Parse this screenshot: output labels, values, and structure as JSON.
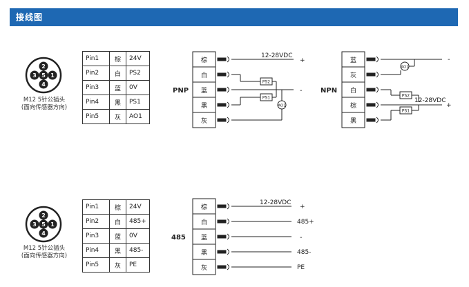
{
  "header": {
    "title": "接线图"
  },
  "connector": {
    "pins": [
      "1",
      "2",
      "3",
      "4",
      "5"
    ],
    "caption_line1": "M12 5针公插头",
    "caption_line2": "(面向传感器方向)"
  },
  "pin_tables": [
    {
      "rows": [
        [
          "Pin1",
          "棕",
          "24V"
        ],
        [
          "Pin2",
          "白",
          "PS2"
        ],
        [
          "Pin3",
          "蓝",
          "0V"
        ],
        [
          "Pin4",
          "黑",
          "PS1"
        ],
        [
          "Pin5",
          "灰",
          "AO1"
        ]
      ]
    },
    {
      "rows": [
        [
          "Pin1",
          "棕",
          "24V"
        ],
        [
          "Pin2",
          "白",
          "485+"
        ],
        [
          "Pin3",
          "蓝",
          "0V"
        ],
        [
          "Pin4",
          "黑",
          "485-"
        ],
        [
          "Pin5",
          "灰",
          "PE"
        ]
      ]
    }
  ],
  "pnp": {
    "label": "PNP",
    "wires": [
      "棕",
      "白",
      "蓝",
      "黑",
      "灰"
    ],
    "supply": "12-28VDC",
    "plus": "+",
    "minus": "-",
    "ps2": "PS2",
    "ps1": "PS1",
    "ao1": "AO1"
  },
  "npn": {
    "label": "NPN",
    "wires": [
      "蓝",
      "灰",
      "白",
      "棕",
      "黑"
    ],
    "supply": "12-28VDC",
    "plus": "+",
    "minus": "-",
    "ps2": "PS2",
    "ps1": "PS1",
    "ao1": "AO1"
  },
  "rs485": {
    "label": "485",
    "wires": [
      "棕",
      "白",
      "蓝",
      "黑",
      "灰"
    ],
    "supply": "12-28VDC",
    "plus": "+",
    "minus": "-",
    "outputs": [
      "485+",
      "485-",
      "PE"
    ]
  }
}
